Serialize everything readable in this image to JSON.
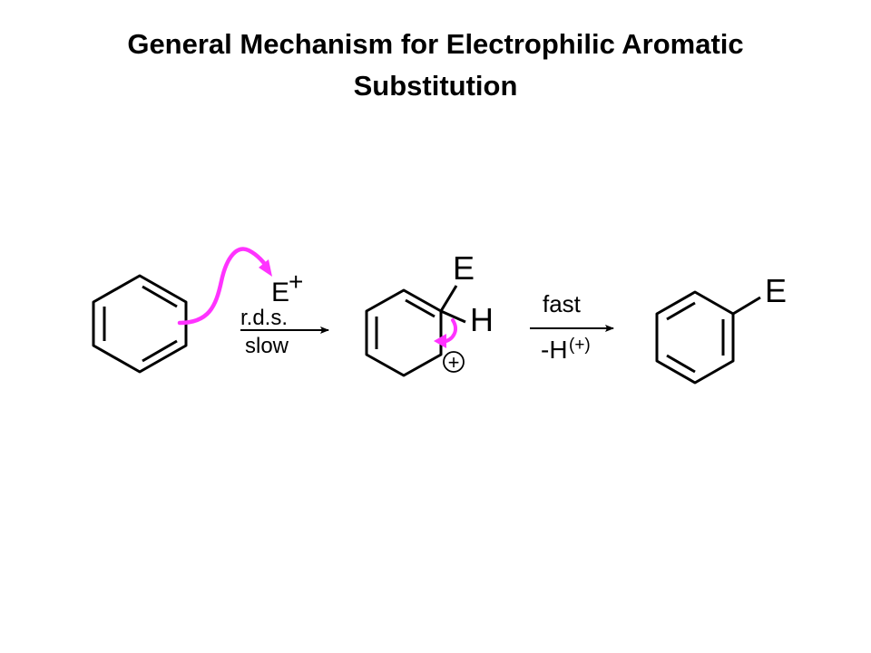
{
  "title": {
    "line1": "General Mechanism for Electrophilic Aromatic",
    "line2": "Substitution"
  },
  "reaction": {
    "electrophile": "E",
    "electrophile_charge": "+",
    "step1_above": "r.d.s.",
    "step1_below": "slow",
    "intermediate_substituent": "E",
    "intermediate_hydrogen": "H",
    "carbocation_charge": "+",
    "step2_above": "fast",
    "step2_below": "-H",
    "proton_charge": "(+)",
    "product_substituent": "E"
  },
  "colors": {
    "curved_arrow": "#ff33ff",
    "bonds": "#000000"
  }
}
